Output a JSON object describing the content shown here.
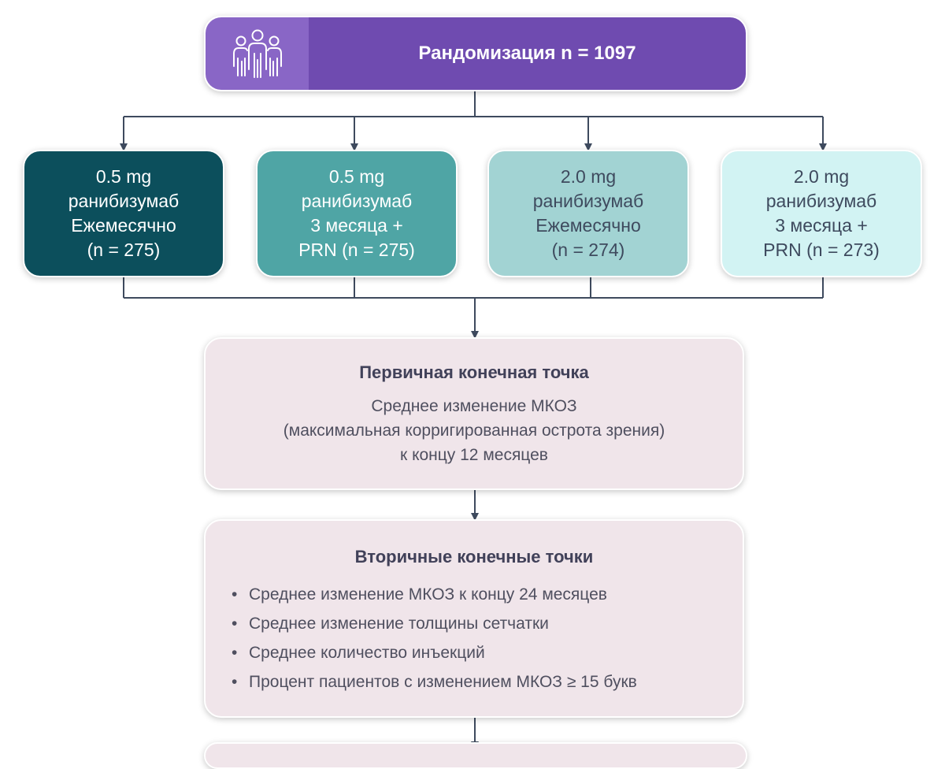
{
  "randomization": {
    "title": "Рандомизация n = 1097",
    "icon": "people-group-icon",
    "color": "#6f4bb0"
  },
  "arms": [
    {
      "lines": [
        "0.5 mg",
        "ранибизумаб",
        "Ежемесячно",
        "(n = 275)"
      ],
      "color": "#0c4f5c"
    },
    {
      "lines": [
        "0.5 mg",
        "ранибизумаб",
        "3 месяца +",
        "PRN (n = 275)"
      ],
      "color": "#4fa5a5"
    },
    {
      "lines": [
        "2.0 mg",
        "ранибизумаб",
        "Ежемесячно",
        "(n = 274)"
      ],
      "color": "#a2d3d3"
    },
    {
      "lines": [
        "2.0 mg",
        "ранибизумаб",
        "3 месяца +",
        "PRN (n = 273)"
      ],
      "color": "#d2f3f3"
    }
  ],
  "primary_endpoint": {
    "title": "Первичная конечная точка",
    "lines": [
      "Среднее изменение МКОЗ",
      "(максимальная корригированная острота зрения)",
      "к концу 12 месяцев"
    ]
  },
  "secondary_endpoints": {
    "title": "Вторичные конечные точки",
    "bullet": "•",
    "items": [
      "Среднее изменение МКОЗ к концу 24 месяцев",
      "Среднее изменение толщины сетчатки",
      "Среднее количество инъекций",
      "Процент пациентов с изменением МКОЗ ≥ 15 букв"
    ]
  },
  "connector_color": "#3e4a5e"
}
